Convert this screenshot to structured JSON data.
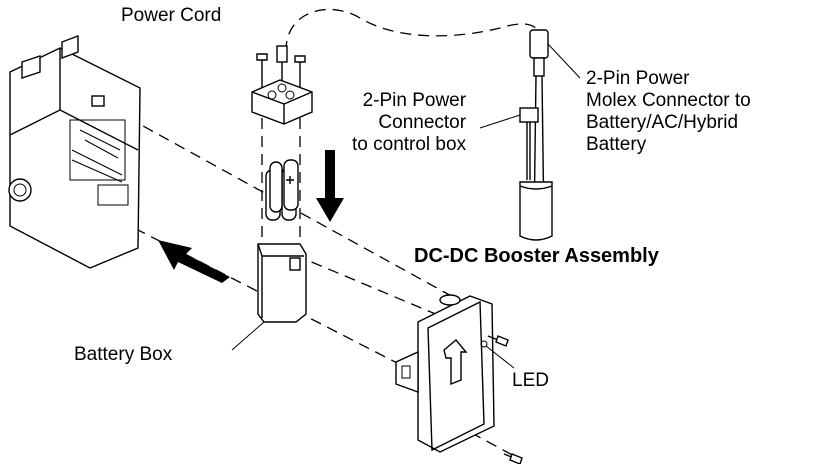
{
  "labels": {
    "power_cord": "Power Cord",
    "power_pin_to_control": "2-Pin Power\nConnector\nto control box",
    "molex_connector": "2-Pin Power\nMolex Connector to\nBattery/AC/Hybrid\nBattery",
    "assembly_title": "DC-DC Booster Assembly",
    "battery_box": "Battery Box",
    "led": "LED"
  }
}
